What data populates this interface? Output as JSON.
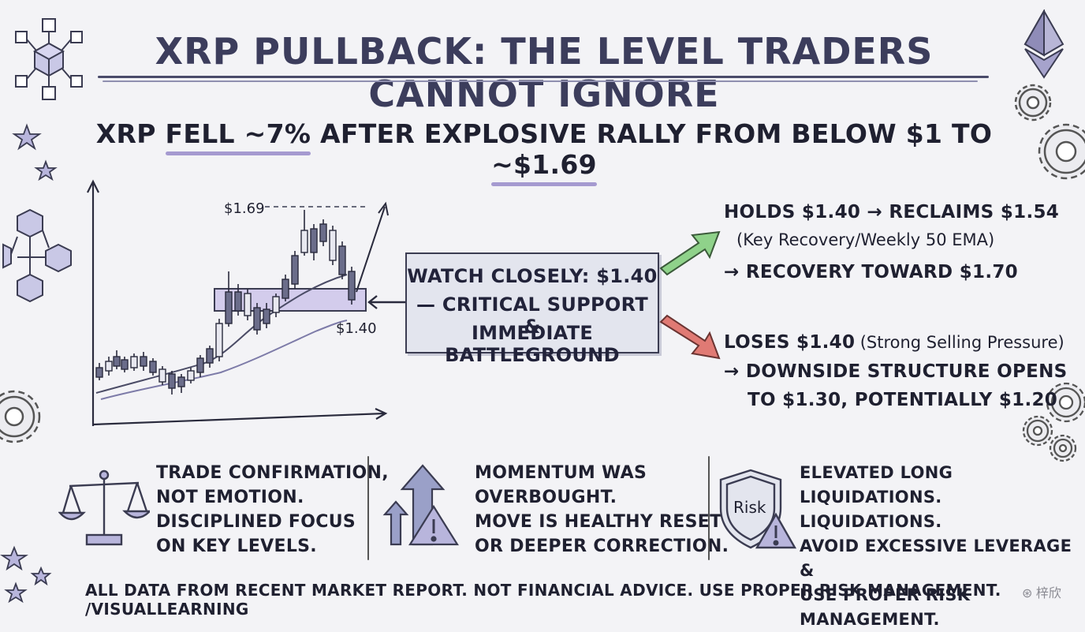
{
  "title": "XRP PULLBACK: THE LEVEL TRADERS CANNOT IGNORE",
  "subtitle": {
    "part1": "XRP ",
    "hl1": "FELL ~7%",
    "part2": " AFTER EXPLOSIVE RALLY FROM BELOW $1 TO ",
    "hl2": "~$1.69"
  },
  "chart": {
    "peak_label": "$1.69",
    "support_label": "$1.40"
  },
  "callout": {
    "line1": "WATCH CLOSELY: $1.40",
    "line2": "— CRITICAL SUPPORT &",
    "line3": "IMMEDIATE BATTLEGROUND"
  },
  "bull_scenario": {
    "line1": "HOLDS $1.40 → RECLAIMS $1.54",
    "line2": "(Key Recovery/Weekly 50 EMA)",
    "line3": "→ RECOVERY TOWARD $1.70"
  },
  "bear_scenario": {
    "line1": "LOSES $1.40",
    "line1_note": "(Strong Selling Pressure)",
    "line2": "→ DOWNSIDE STRUCTURE OPENS",
    "line3": "TO $1.30, POTENTIALLY $1.20"
  },
  "bottom": {
    "box1": [
      "TRADE CONFIRMATION,",
      "NOT EMOTION.",
      "DISCIPLINED FOCUS",
      "ON KEY LEVELS."
    ],
    "box2": [
      "MOMENTUM WAS",
      "OVERBOUGHT.",
      "MOVE IS HEALTHY RESET",
      "OR DEEPER CORRECTION."
    ],
    "box3": [
      "ELEVATED LONG",
      "LIQUIDATIONS. LIQUIDATIONS.",
      "AVOID EXCESSIVE LEVERAGE &",
      "USE PROPER RISK MANAGEMENT."
    ],
    "shield_label": "Risk"
  },
  "footer": "ALL DATA FROM RECENT MARKET REPORT. NOT FINANCIAL ADVICE. USE PROPER RISK MANAGEMENT.  /VISUALLEARNING",
  "watermark": "⊛ 梓欣",
  "colors": {
    "accent_purple": "#a59ad0",
    "bull_green": "#8fd28a",
    "bear_red": "#e07a74",
    "ink": "#1f2030",
    "callout_bg": "#e3e5ee"
  }
}
